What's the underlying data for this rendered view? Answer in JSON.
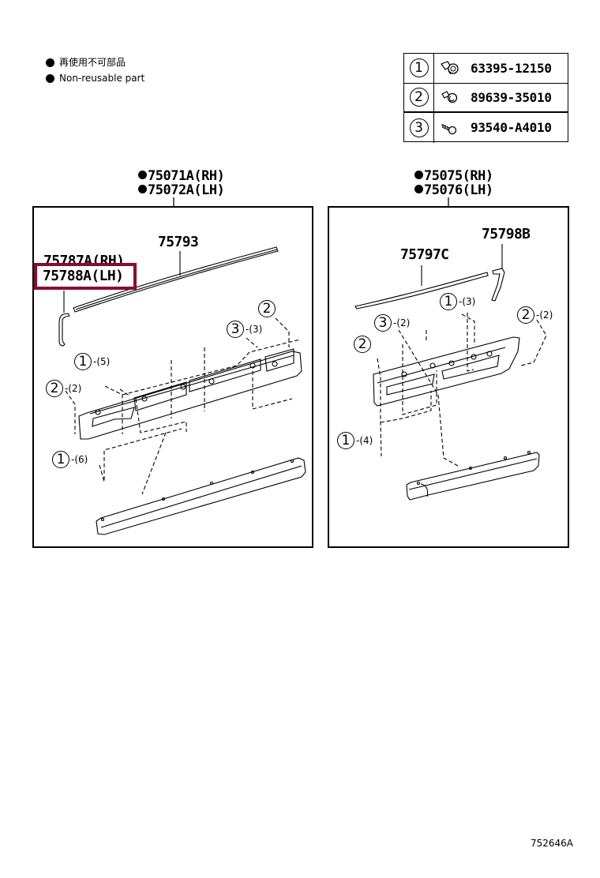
{
  "legend": {
    "items": [
      {
        "icon": "filled-circle-bullet",
        "text": "再使用不可部品"
      },
      {
        "icon": "filled-circle-bullet",
        "text": "Non-reusable part"
      }
    ]
  },
  "parts_table": {
    "rows": [
      {
        "ref": "1",
        "icon": "clip-fastener",
        "part_number": "63395-12150"
      },
      {
        "ref": "2",
        "icon": "clip-fastener",
        "part_number": "89639-35010"
      },
      {
        "ref": "3",
        "icon": "screw-fastener",
        "part_number": "93540-A4010"
      }
    ]
  },
  "assemblies": [
    {
      "id": "left",
      "header_lines": [
        "75071A(RH)",
        "75072A(LH)"
      ],
      "header_bullets": true,
      "part_labels": [
        {
          "id": "upper-molding",
          "text": "75793"
        },
        {
          "id": "end-piece-rh",
          "text": "75787A(RH)"
        },
        {
          "id": "end-piece-lh",
          "text": "75788A(LH)",
          "highlighted": true
        }
      ],
      "callouts": [
        {
          "ref": "2",
          "qty": ""
        },
        {
          "ref": "3",
          "qty": "-(3)"
        },
        {
          "ref": "1",
          "qty": "-(5)"
        },
        {
          "ref": "2",
          "qty": "-(2)"
        },
        {
          "ref": "1",
          "qty": "-(6)"
        }
      ]
    },
    {
      "id": "right",
      "header_lines": [
        "75075(RH)",
        "75076(LH)"
      ],
      "header_bullets": true,
      "part_labels": [
        {
          "id": "end-piece",
          "text": "75798B"
        },
        {
          "id": "upper-molding",
          "text": "75797C"
        }
      ],
      "callouts": [
        {
          "ref": "1",
          "qty": "-(3)"
        },
        {
          "ref": "2",
          "qty": "-(2)"
        },
        {
          "ref": "3",
          "qty": "-(2)"
        },
        {
          "ref": "2",
          "qty": ""
        },
        {
          "ref": "1",
          "qty": "-(4)"
        }
      ]
    }
  ],
  "highlight_color": "#8b0a32",
  "illustration_ref": "752646A"
}
